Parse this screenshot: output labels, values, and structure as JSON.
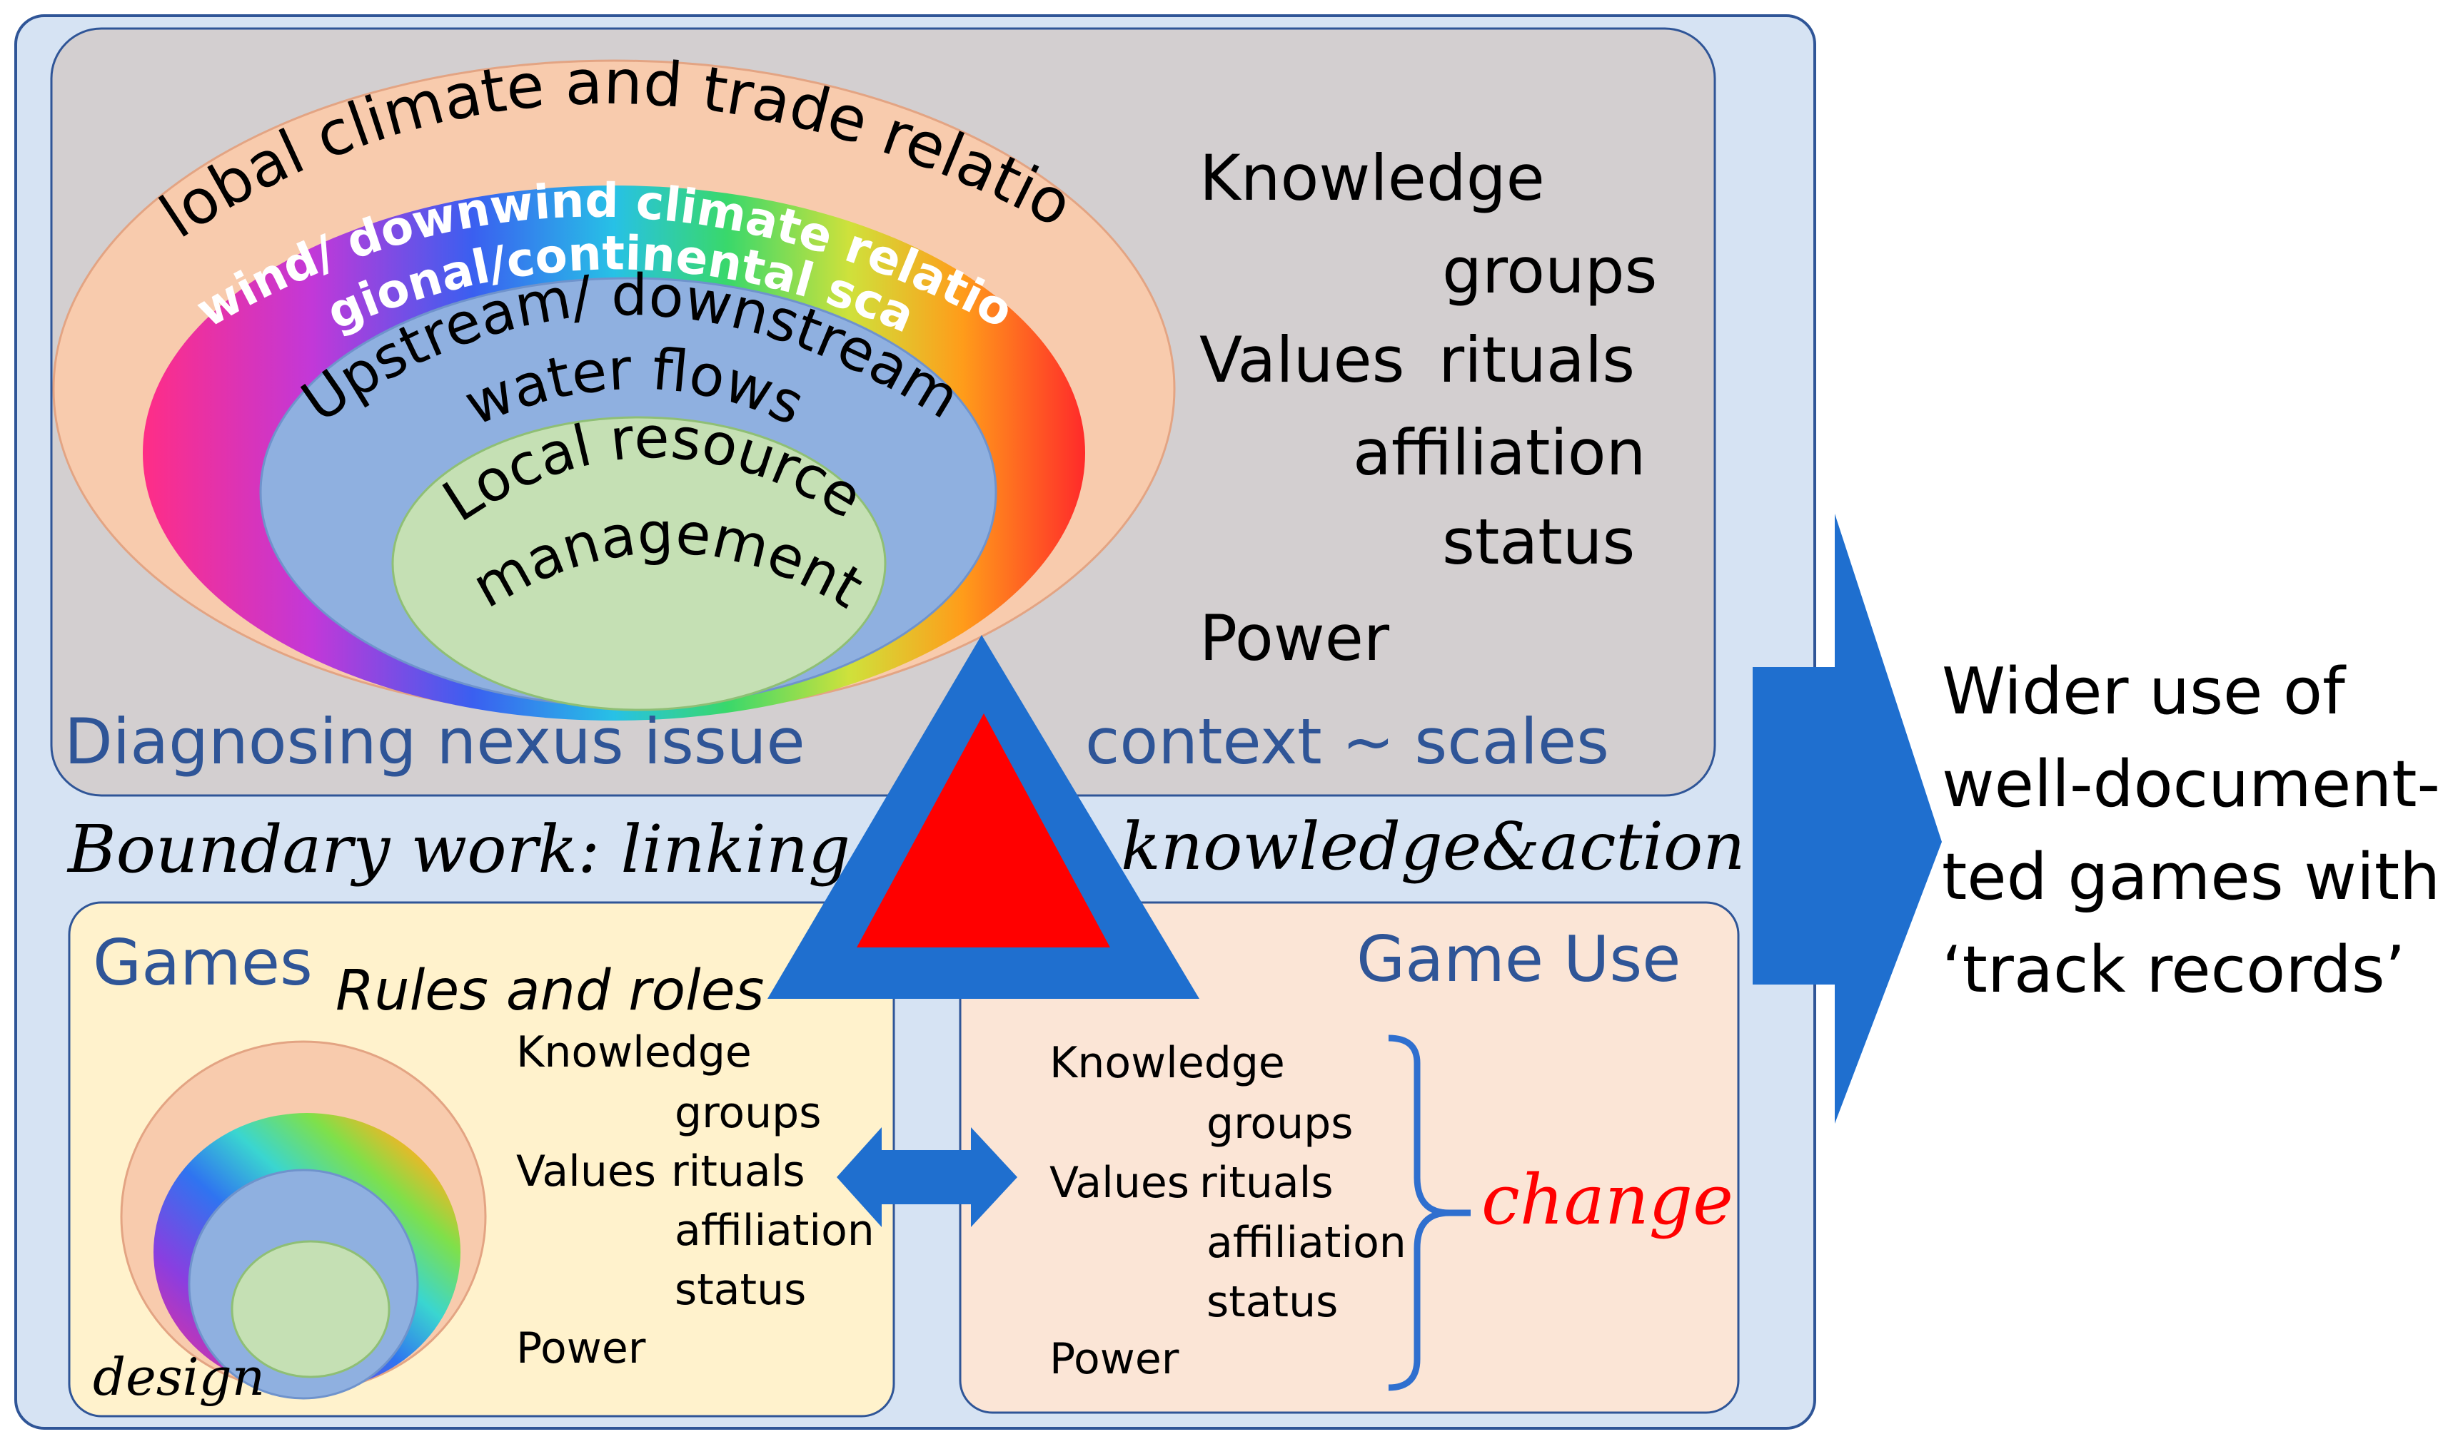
{
  "scales": {
    "global": "Global climate and trade relations",
    "upwind_line1": "Upwind/ downwind climate relations,",
    "upwind_line2": "regional/continental scale",
    "upstream_line1": "Upstream/ downstream",
    "upstream_line2": "water flows",
    "local_line1": "Local resource",
    "local_line2": "management"
  },
  "context_words": {
    "knowledge": "Knowledge",
    "groups": "groups",
    "values": "Values",
    "rituals": "rituals",
    "affiliation": "affiliation",
    "status": "status",
    "power": "Power"
  },
  "labels": {
    "diagnosing": "Diagnosing nexus issue",
    "context": "context ~ scales",
    "boundary_left": "Boundary work: linking",
    "boundary_right": "knowledge&action",
    "games_title": "Games",
    "rules_roles": "Rules and roles",
    "design": "design",
    "game_use_title": "Game Use",
    "change": "change"
  },
  "games_words": {
    "knowledge": "Knowledge",
    "groups": "groups",
    "values": "Values",
    "rituals": "rituals",
    "affiliation": "affiliation",
    "status": "status",
    "power": "Power"
  },
  "gameuse_words": {
    "knowledge": "Knowledge",
    "groups": "groups",
    "values": "Values",
    "rituals": "rituals",
    "affiliation": "affiliation",
    "status": "status",
    "power": "Power"
  },
  "outcome": {
    "line1": "Wider use of",
    "line2": "well-document-",
    "line3": "ted games with",
    "line4": "‘track records’"
  },
  "colors": {
    "outer_panel": "#d6e3f3",
    "panel_border": "#2f5597",
    "top_panel": "#d3cfd0",
    "games_panel": "#fff2cc",
    "gameuse_panel": "#fbe5d6",
    "global_ellipse": "#f8cbad",
    "water_ellipse": "#8fb0e0",
    "local_ellipse": "#c5e0b4",
    "arrow_blue": "#1f6fcf",
    "triangle_red": "#ff0000",
    "title_blue": "#2f5597",
    "change_red": "#ff0000"
  },
  "icons": [
    "big-right-arrow-icon",
    "double-headed-arrow-icon",
    "triangle-icon",
    "curly-brace-icon"
  ]
}
